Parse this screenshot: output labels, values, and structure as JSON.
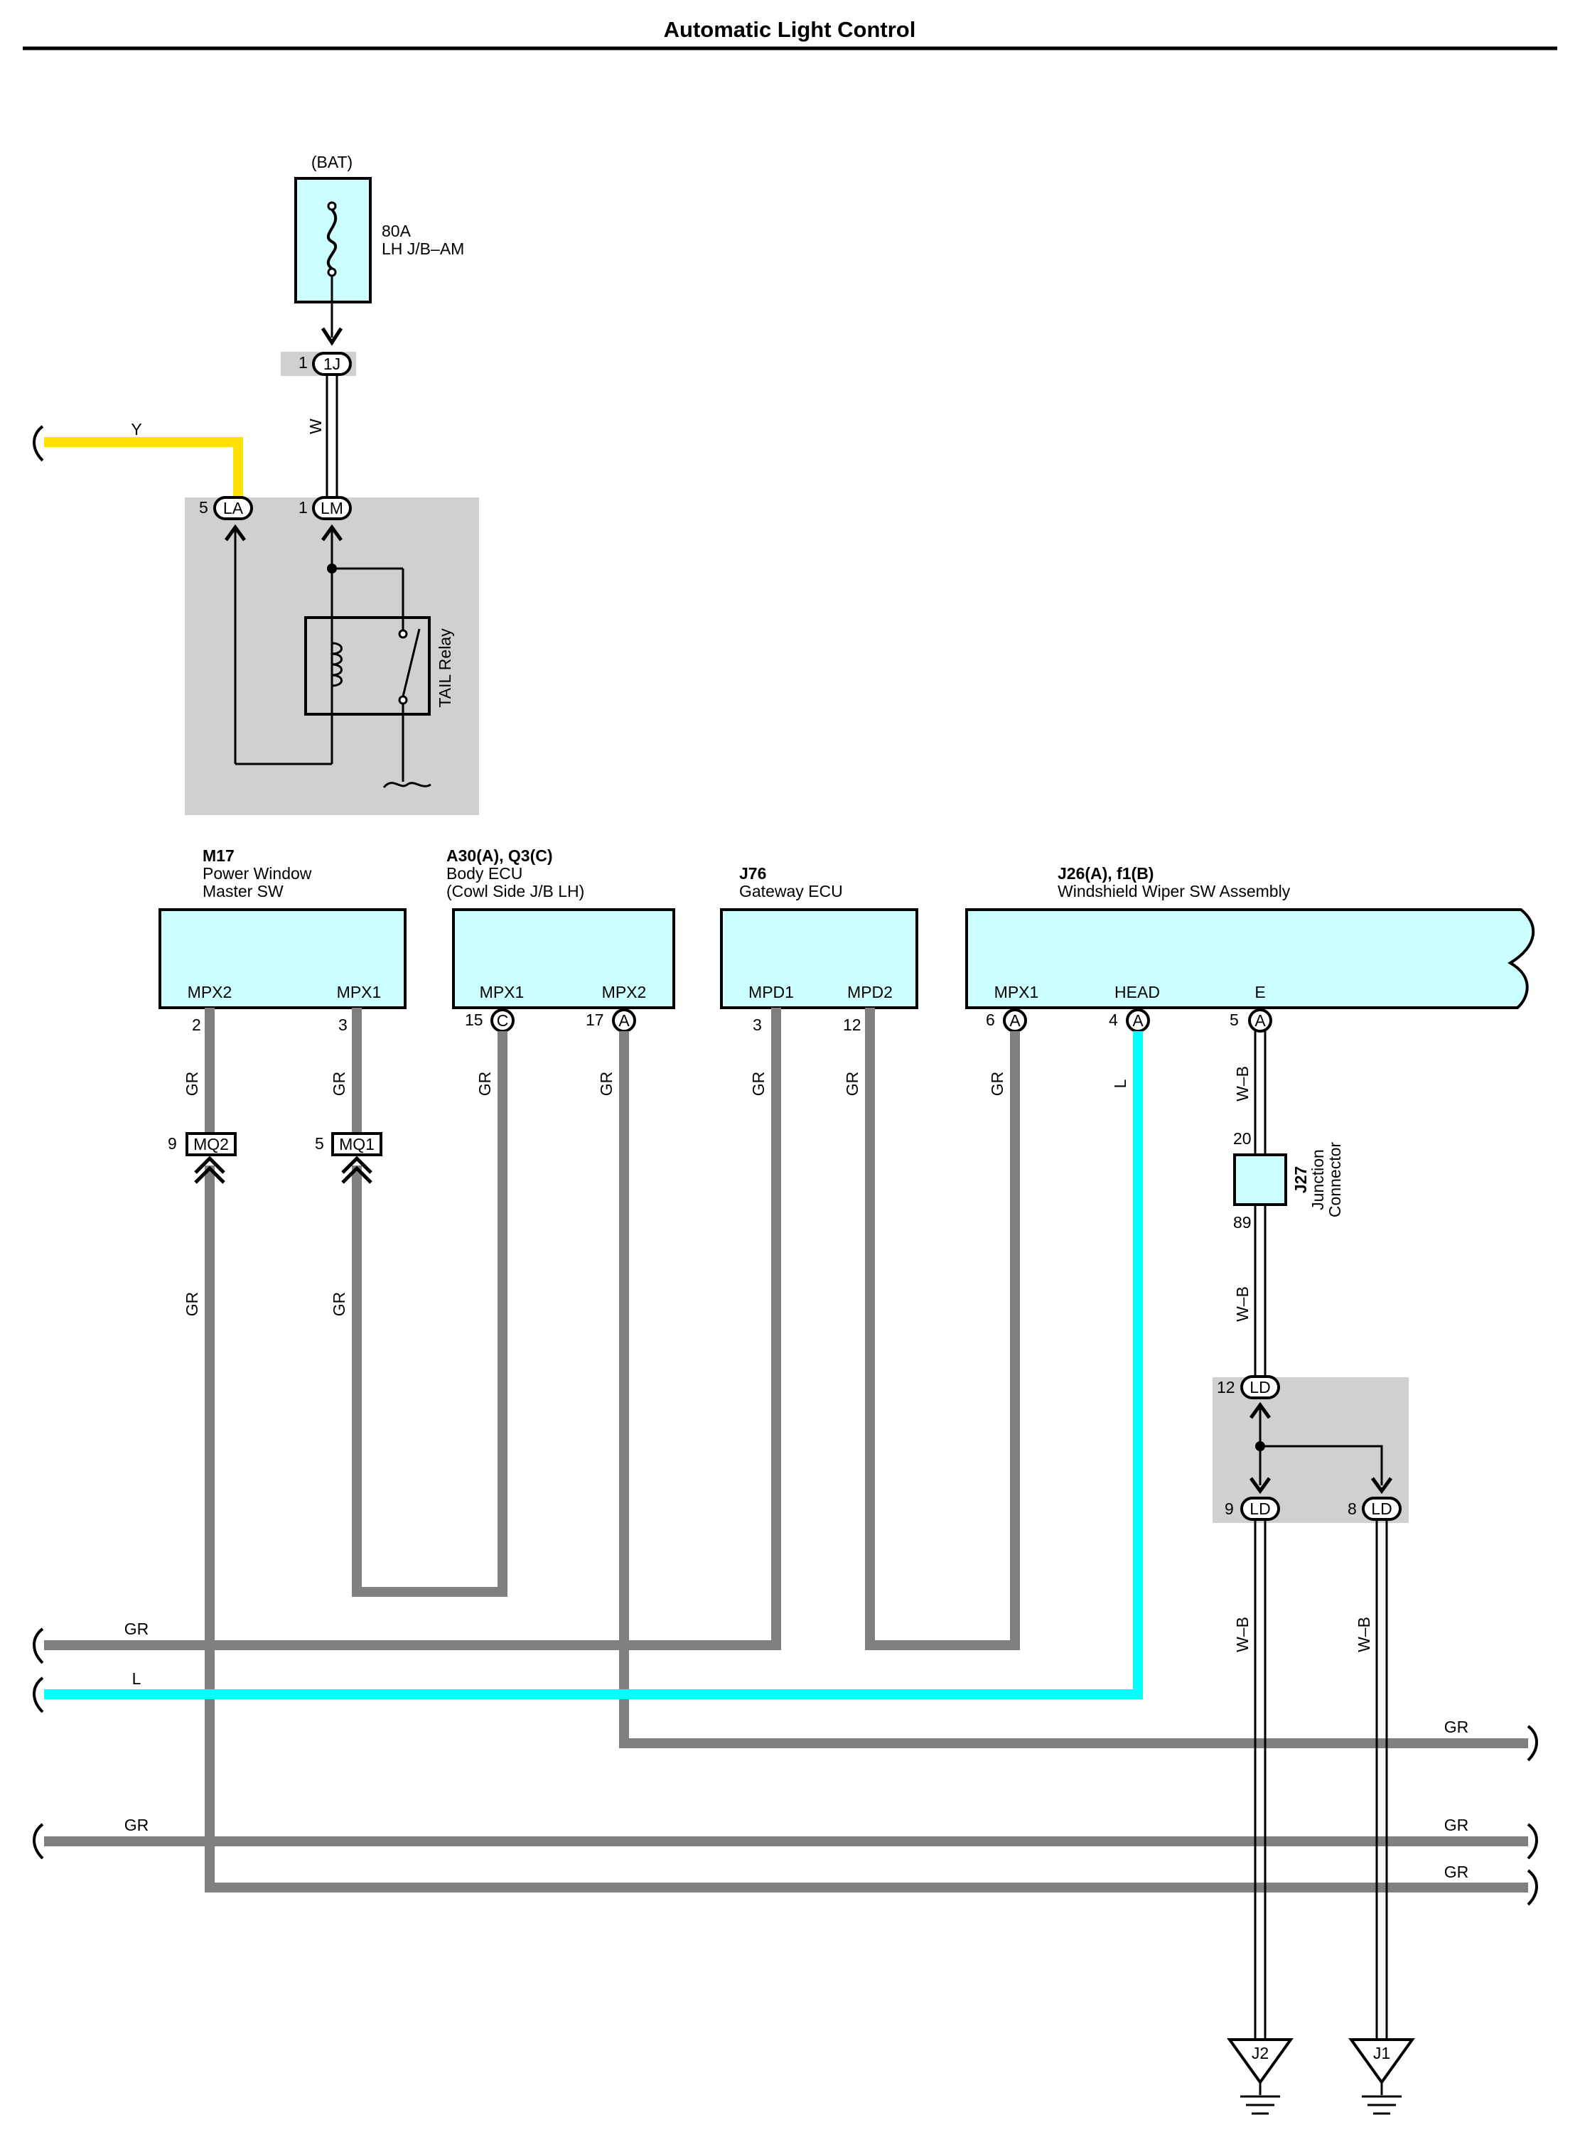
{
  "title": "Automatic Light Control",
  "fuse": {
    "source": "(BAT)",
    "rating": "80A",
    "name": "LH J/B–AM"
  },
  "relay": {
    "name": "TAIL Relay"
  },
  "connectors": {
    "fuse_out": {
      "pin": "1",
      "code": "1J"
    },
    "relay_la": {
      "pin": "5",
      "code": "LA"
    },
    "relay_lm": {
      "pin": "1",
      "code": "LM"
    },
    "mq2": {
      "pin": "9",
      "code": "MQ2"
    },
    "mq1": {
      "pin": "5",
      "code": "MQ1"
    },
    "ld_in": {
      "pin": "12",
      "code": "LD"
    },
    "ld_out1": {
      "pin": "9",
      "code": "LD"
    },
    "ld_out2": {
      "pin": "8",
      "code": "LD"
    }
  },
  "components": [
    {
      "id": "M17",
      "name1": "Power Window",
      "name2": "Master SW",
      "terminals": [
        "MPX2",
        "MPX1"
      ],
      "pins": [
        "2",
        "3"
      ],
      "letters": [
        "",
        ""
      ]
    },
    {
      "id": "A30(A), Q3(C)",
      "name1": "Body ECU",
      "name2": "(Cowl Side J/B LH)",
      "terminals": [
        "MPX1",
        "MPX2"
      ],
      "pins": [
        "15",
        "17"
      ],
      "letters": [
        "C",
        "A"
      ]
    },
    {
      "id": "J76",
      "name1": "Gateway ECU",
      "name2": "",
      "terminals": [
        "MPD1",
        "MPD2"
      ],
      "pins": [
        "3",
        "12"
      ],
      "letters": [
        "",
        ""
      ]
    },
    {
      "id": "J26(A), f1(B)",
      "name1": "Windshield Wiper SW Assembly",
      "name2": "",
      "terminals": [
        "MPX1",
        "HEAD",
        "E"
      ],
      "pins": [
        "6",
        "4",
        "5"
      ],
      "letters": [
        "A",
        "A",
        "A"
      ]
    }
  ],
  "junction": {
    "id": "J27",
    "line1": "Junction",
    "line2": "Connector",
    "pin_top": "20",
    "pin_bottom": "89"
  },
  "wire_colors": {
    "y": "Y",
    "w": "W",
    "gr": "GR",
    "l": "L",
    "wb": "W–B"
  },
  "grounds": [
    "J2",
    "J1"
  ],
  "colors": {
    "ecu_fill": "#ccffff",
    "wire_gray": "#808080",
    "wire_cyan": "#00ffff",
    "wire_yellow": "#ffe000",
    "shade": "#d0d0d0"
  }
}
